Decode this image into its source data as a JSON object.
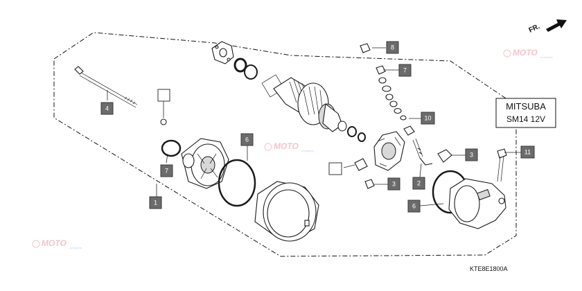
{
  "diagram": {
    "brand_label": "MITSUBA",
    "model_label": "SM14  12V",
    "drawing_code": "KTE8E1800A",
    "direction_label": "FR.",
    "watermark_text": "MOTO",
    "watermark_subtext": "motoparts",
    "callouts": [
      "1",
      "2",
      "3",
      "3",
      "4",
      "6",
      "6",
      "7",
      "7",
      "8",
      "10",
      "11"
    ],
    "blank_callout_count": 2,
    "colors": {
      "callout_fill": "#6b6b6b",
      "callout_text": "#ffffff",
      "watermark": "#e0566a"
    }
  }
}
